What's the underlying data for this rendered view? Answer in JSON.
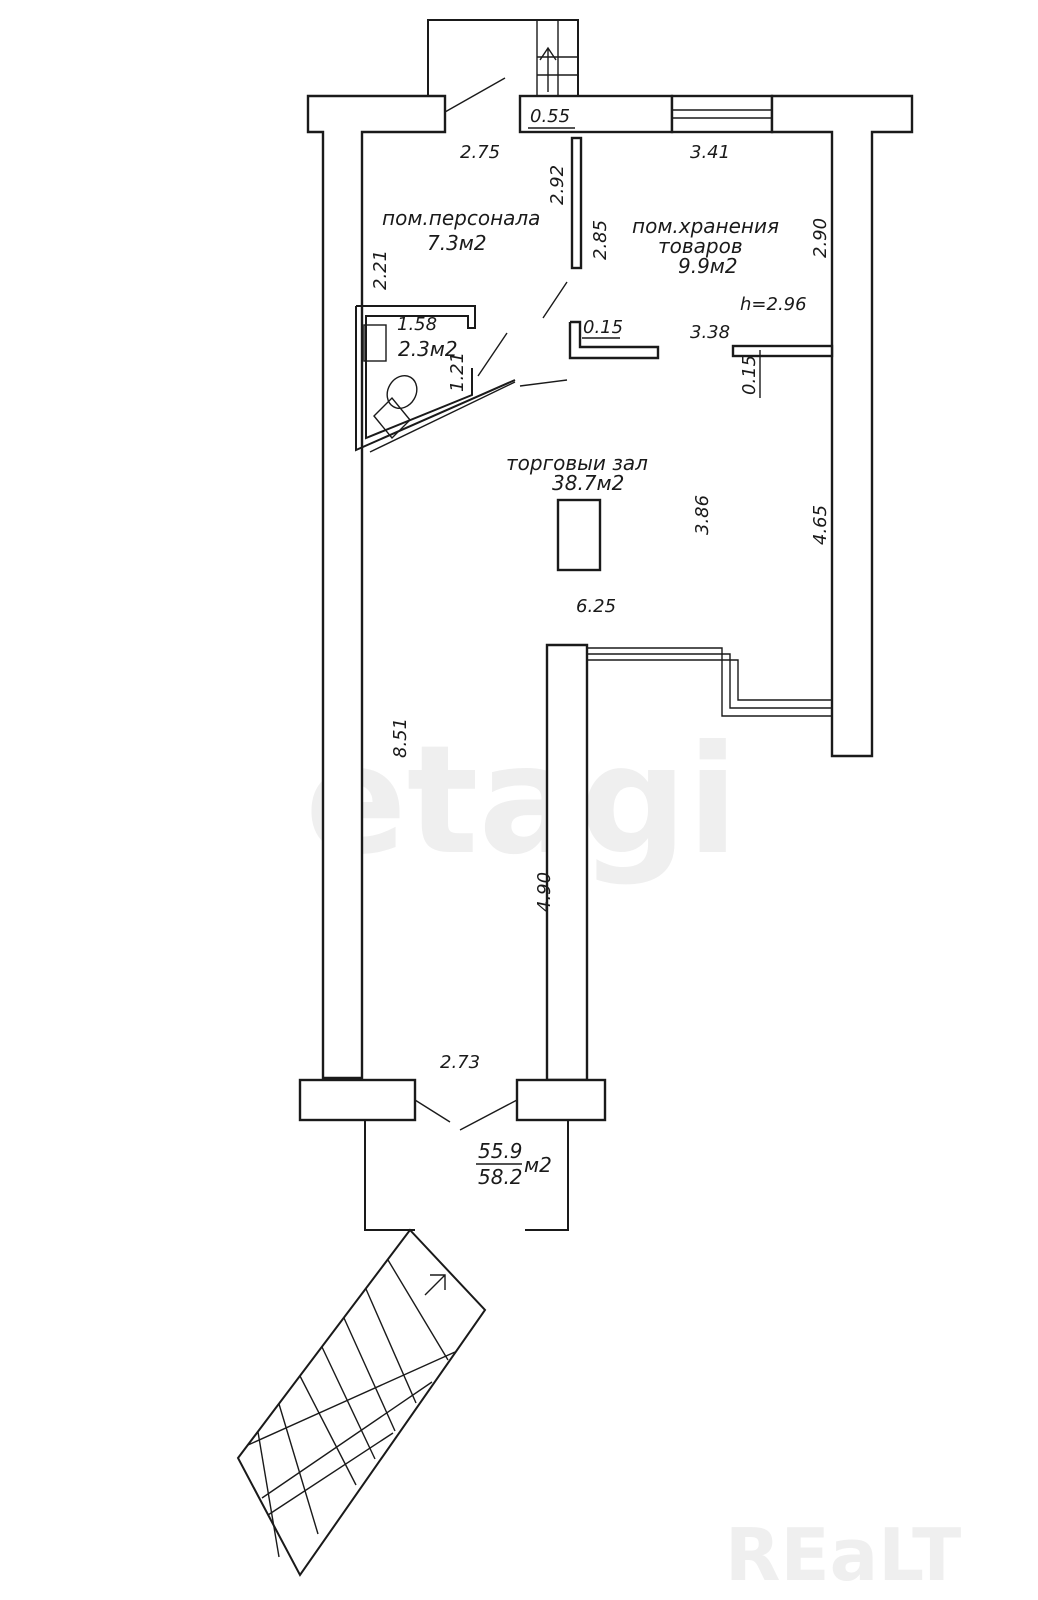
{
  "rooms": {
    "staff": {
      "name": "пом.персонала",
      "area": "7.3м2"
    },
    "storage": {
      "name_line1": "пом.хранения",
      "name_line2": "товаров",
      "area": "9.9м2"
    },
    "wc": {
      "area": "2.3м2"
    },
    "hall": {
      "name": "торговыи зал",
      "area": "38.7м2"
    }
  },
  "dimensions": {
    "d_2_75": "2.75",
    "d_0_55": "0.55",
    "d_3_41": "3.41",
    "d_2_92": "2.92",
    "d_2_85": "2.85",
    "d_2_90": "2.90",
    "d_2_21": "2.21",
    "d_1_58": "1.58",
    "d_1_21": "1.21",
    "d_0_15a": "0.15",
    "d_3_38": "3.38",
    "d_h": "h=2.96",
    "d_0_15b": "0.15",
    "d_3_86": "3.86",
    "d_4_65": "4.65",
    "d_6_25": "6.25",
    "d_8_51": "8.51",
    "d_4_90": "4.90",
    "d_2_73": "2.73"
  },
  "total_area": {
    "numerator": "55.9",
    "denominator": "58.2",
    "unit": "м2"
  },
  "watermarks": {
    "center": "etagi",
    "corner": "REaLT"
  }
}
